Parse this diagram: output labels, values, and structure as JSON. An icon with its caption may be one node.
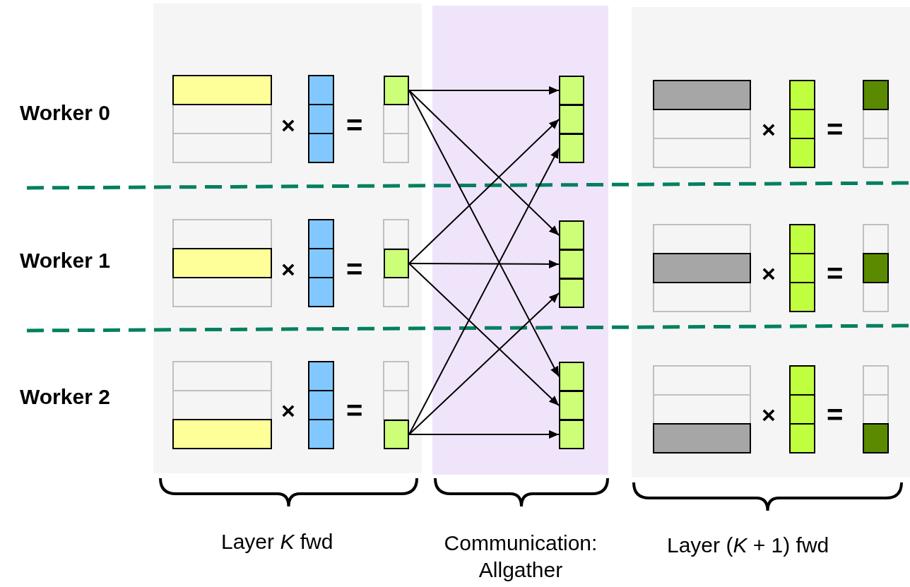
{
  "diagram": {
    "nodes": [
      {
        "text": [],
        "shape": "box"
      },
      {
        "text": [],
        "shape": "box"
      },
      {
        "text": [],
        "shape": "box"
      },
      {
        "text": [],
        "shape": "box"
      },
      {
        "text": [],
        "shape": "box"
      },
      {
        "text": [],
        "shape": "box"
      },
      {
        "text": [],
        "shape": "box"
      },
      {
        "text": [],
        "shape": "box"
      },
      {
        "text": [],
        "shape": "box"
      },
      {
        "text": [],
        "shape": "box"
      },
      {
        "text": [],
        "shape": "box"
      },
      {
        "text": [],
        "shape": "box"
      }
    ],
    "edges": [
      {
        "from": 0,
        "to": 3,
        "arrow": "to"
      },
      {
        "from": 0,
        "to": 6,
        "arrow": "to"
      },
      {
        "from": 0,
        "to": 9,
        "arrow": "to"
      },
      {
        "from": 1,
        "to": 4,
        "arrow": "to"
      },
      {
        "from": 1,
        "to": 7,
        "arrow": "to"
      },
      {
        "from": 1,
        "to": 10,
        "arrow": "to"
      },
      {
        "from": 2,
        "to": 5,
        "arrow": "to"
      },
      {
        "from": 2,
        "to": 8,
        "arrow": "to"
      },
      {
        "from": 2,
        "to": 11,
        "arrow": "to"
      }
    ],
    "labels": [
      "Worker 0",
      "×",
      "=",
      "×",
      "=",
      "Worker 1",
      "×",
      "=",
      "×",
      "=",
      "Worker 2",
      "×",
      "=",
      "×",
      "=",
      "Layer *K* fwd",
      "Communication: Allgather",
      "Layer (*K* + 1) fwd"
    ]
  }
}
